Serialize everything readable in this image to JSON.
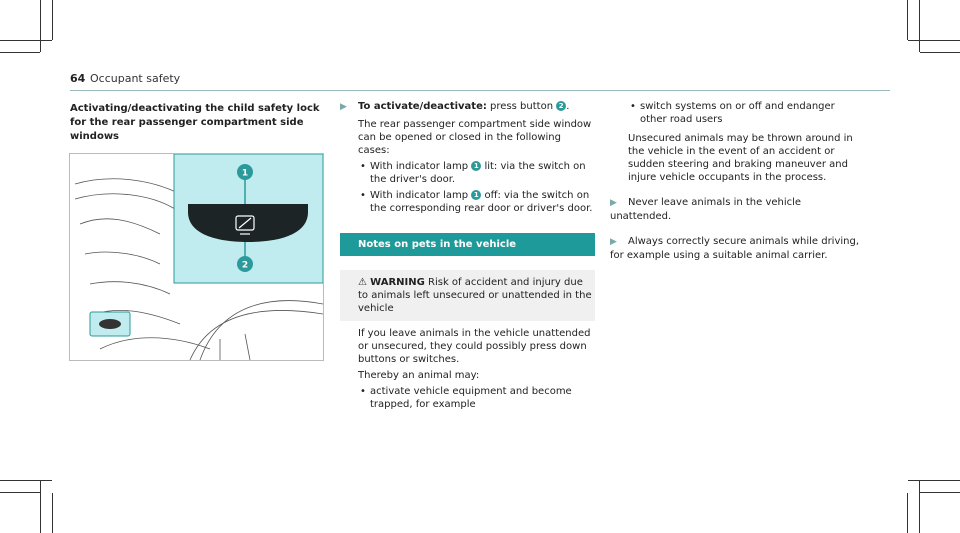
{
  "header": {
    "page_number": "64",
    "section": "Occupant safety"
  },
  "heading": "Activating/deactivating the child safety lock for the rear passenger compartment side windows",
  "figure": {
    "callout_1": "1",
    "callout_2": "2",
    "accent_color": "#c0ecef",
    "panel_color": "#1c2426"
  },
  "col2": {
    "step_label": "To activate/deactivate:",
    "step_text": " press button ",
    "step_badge": "2",
    "step_end": ".",
    "intro": "The rear passenger compartment side window can be opened or closed in the following cases:",
    "bullet1_pre": "With indicator lamp ",
    "bullet1_badge": "1",
    "bullet1_post": " lit: via the switch on the driver's door.",
    "bullet2_pre": "With indicator lamp ",
    "bullet2_badge": "1",
    "bullet2_post": " off: via the switch on the corresponding rear door or driver's door.",
    "notes_title": "Notes on pets in the vehicle",
    "warning_label": "WARNING",
    "warning_text": " Risk of accident and injury due to animals left unsecured or unattended in the vehicle",
    "warning_body1": "If you leave animals in the vehicle unattended or unsecured, they could possibly press down buttons or switches.",
    "warning_body2": "Thereby an animal may:",
    "warning_bullet": "activate vehicle equipment and become trapped, for example"
  },
  "col3": {
    "bullet": "switch systems on or off and endanger other road users",
    "para": "Unsecured animals may be thrown around in the vehicle in the event of an accident or sudden steering and braking maneuver and injure vehicle occupants in the process.",
    "step1": "Never leave animals in the vehicle unattended.",
    "step2": "Always correctly secure animals while driving, for example using a suitable animal carrier."
  }
}
